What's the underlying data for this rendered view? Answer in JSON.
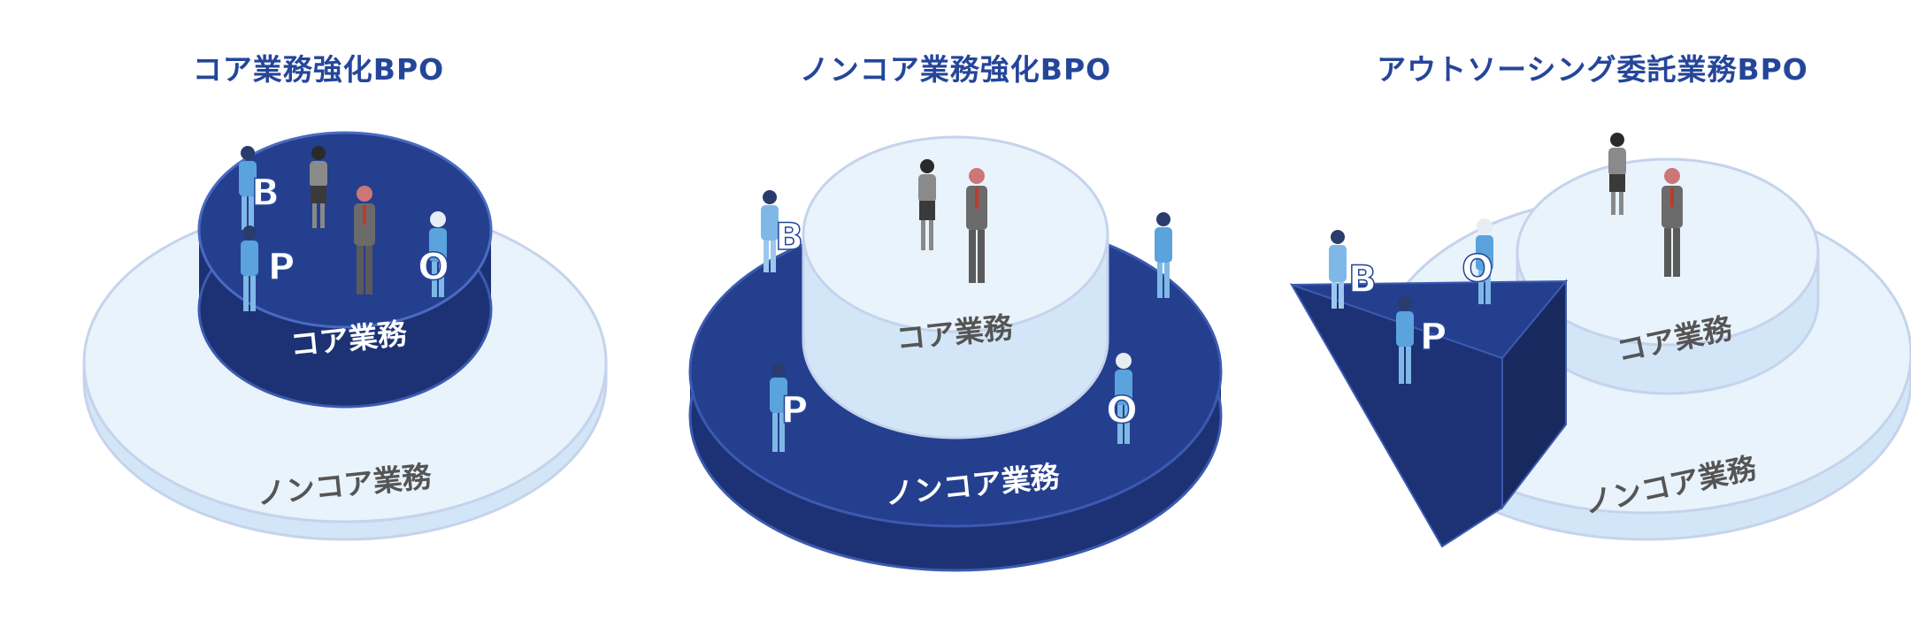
{
  "panels": [
    {
      "title": "コア業務強化BPO",
      "inner_label": "コア業務",
      "outer_label": "ノンコア業務",
      "bpo_letters": [
        "B",
        "P",
        "O"
      ]
    },
    {
      "title": "ノンコア業務強化BPO",
      "inner_label": "コア業務",
      "outer_label": "ノンコア業務",
      "bpo_letters": [
        "B",
        "P",
        "O"
      ]
    },
    {
      "title": "アウトソーシング委託業務BPO",
      "inner_label": "コア業務",
      "outer_label": "ノンコア業務",
      "bpo_letters": [
        "B",
        "P",
        "O"
      ]
    }
  ],
  "colors": {
    "title": "#24469a",
    "navy": "#253f8f",
    "navy_dark": "#1c3275",
    "light_top": "#e9f3fc",
    "light_side": "#d3e6f7",
    "ring_stroke": "#c5d3ec",
    "dark_label": "#555555"
  },
  "icons": [
    "businessman-figure",
    "businesswoman-figure",
    "worker-figure",
    "helmet-worker-figure"
  ]
}
